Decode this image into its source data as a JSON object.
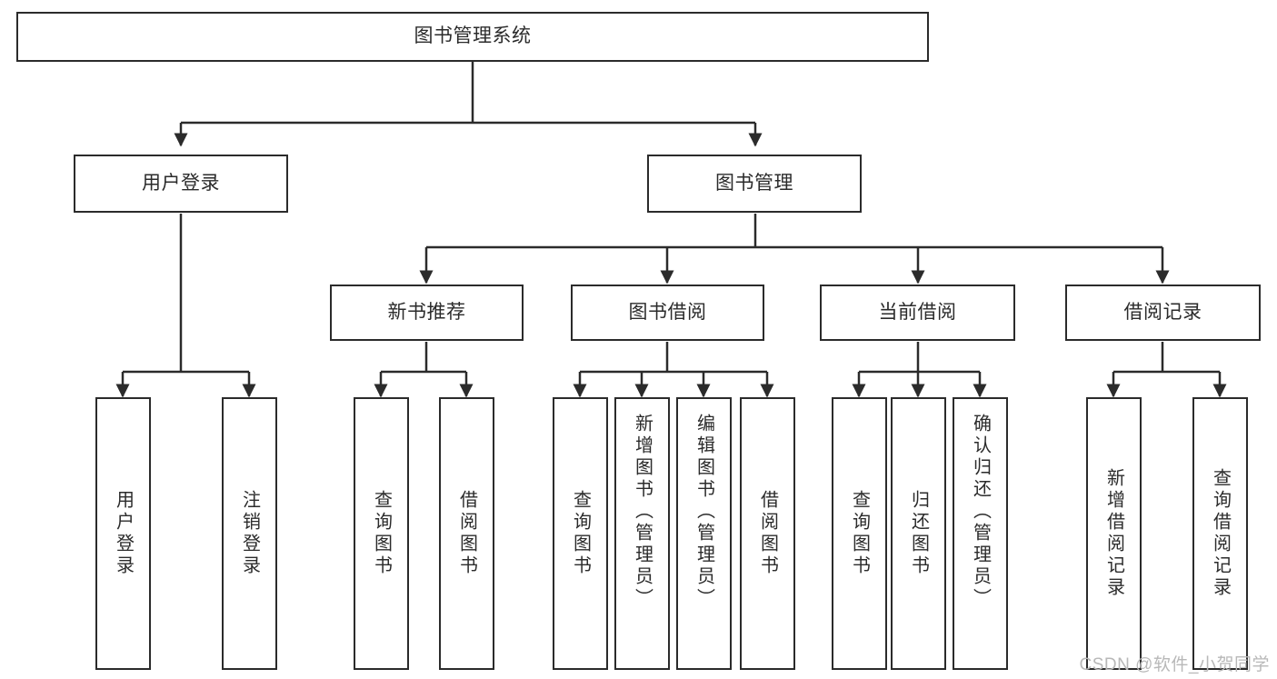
{
  "diagram": {
    "title": "图书管理系统",
    "type": "tree-hierarchy",
    "watermark": "CSDN @软件_小贺同学",
    "accent_color": "#2b2b2b",
    "background_color": "#ffffff",
    "nodes": {
      "root": {
        "label": "图书管理系统"
      },
      "level2": [
        {
          "id": "user-login",
          "label": "用户登录"
        },
        {
          "id": "book-manage",
          "label": "图书管理"
        }
      ],
      "level3": [
        {
          "id": "new-book-recommend",
          "label": "新书推荐"
        },
        {
          "id": "book-borrow",
          "label": "图书借阅"
        },
        {
          "id": "current-borrow",
          "label": "当前借阅"
        },
        {
          "id": "borrow-record",
          "label": "借阅记录"
        }
      ],
      "leaves": {
        "user-login": [
          {
            "id": "leaf-user-login",
            "label": "用户登录"
          },
          {
            "id": "leaf-user-logout",
            "label": "注销登录"
          }
        ],
        "new-book-recommend": [
          {
            "id": "leaf-query-book-1",
            "label": "查询图书"
          },
          {
            "id": "leaf-borrow-book-1",
            "label": "借阅图书"
          }
        ],
        "book-borrow": [
          {
            "id": "leaf-query-book-2",
            "label": "查询图书"
          },
          {
            "id": "leaf-add-book",
            "label": "新增图书（管理员）"
          },
          {
            "id": "leaf-edit-book",
            "label": "编辑图书（管理员）"
          },
          {
            "id": "leaf-borrow-book-2",
            "label": "借阅图书"
          }
        ],
        "current-borrow": [
          {
            "id": "leaf-query-book-3",
            "label": "查询图书"
          },
          {
            "id": "leaf-return-book",
            "label": "归还图书"
          },
          {
            "id": "leaf-confirm-return",
            "label": "确认归还（管理员）"
          }
        ],
        "borrow-record": [
          {
            "id": "leaf-add-record",
            "label": "新增借阅记录"
          },
          {
            "id": "leaf-query-record",
            "label": "查询借阅记录"
          }
        ]
      }
    }
  }
}
